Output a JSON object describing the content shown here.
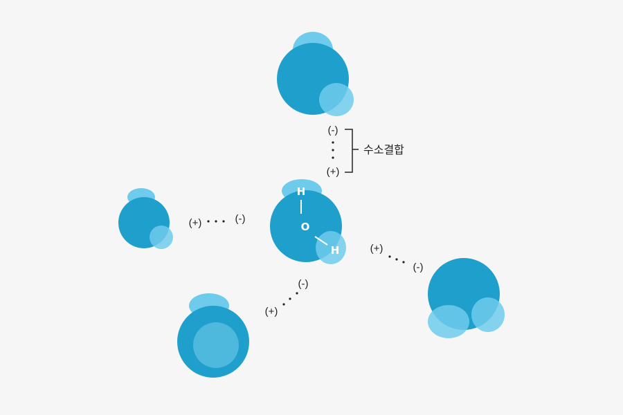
{
  "colors": {
    "background": "#f6f6f7",
    "oxygen": "#1f9fcb",
    "hydrogen": "#6fcbec",
    "oxygen_inner": "#4fb8dd",
    "text": "#222222"
  },
  "labels": {
    "hydrogen_bond": "수소결합",
    "negative": "(-)",
    "positive": "(+)",
    "atom_h": "H",
    "atom_o": "O"
  }
}
